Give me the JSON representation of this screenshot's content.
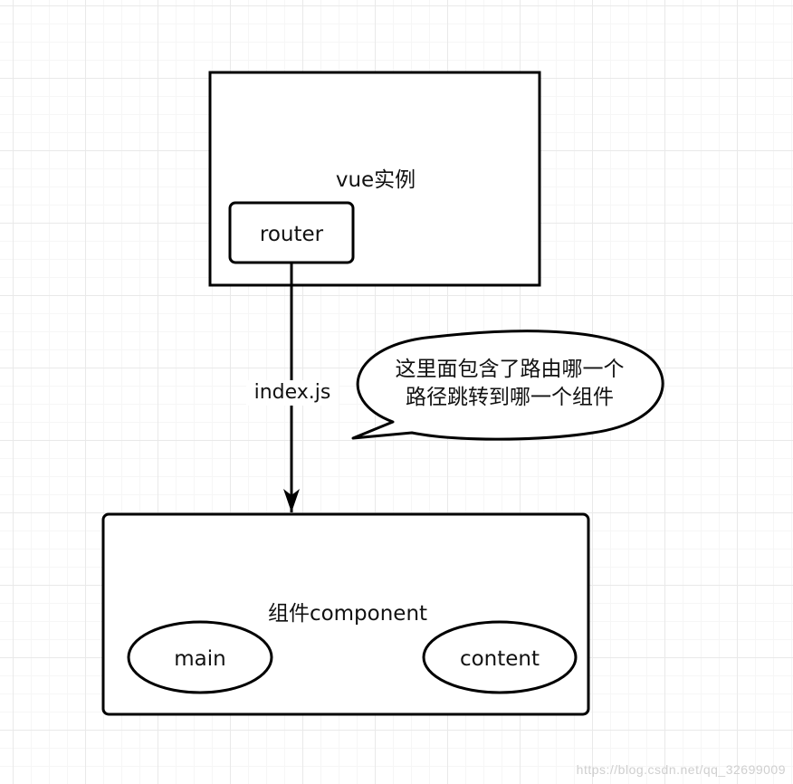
{
  "diagram": {
    "vue_instance": {
      "label": "vue实例"
    },
    "router": {
      "label": "router"
    },
    "edge": {
      "label": "index.js"
    },
    "callout": {
      "line1": "这里面包含了路由哪一个",
      "line2": "路径跳转到哪一个组件"
    },
    "component": {
      "label": "组件component"
    },
    "main": {
      "label": "main"
    },
    "content": {
      "label": "content"
    }
  },
  "watermark": "https://blog.csdn.net/qq_32699009",
  "colors": {
    "stroke": "#000000",
    "background": "#ffffff",
    "grid": "#e9e9e9",
    "watermark": "#cfcfcf"
  }
}
